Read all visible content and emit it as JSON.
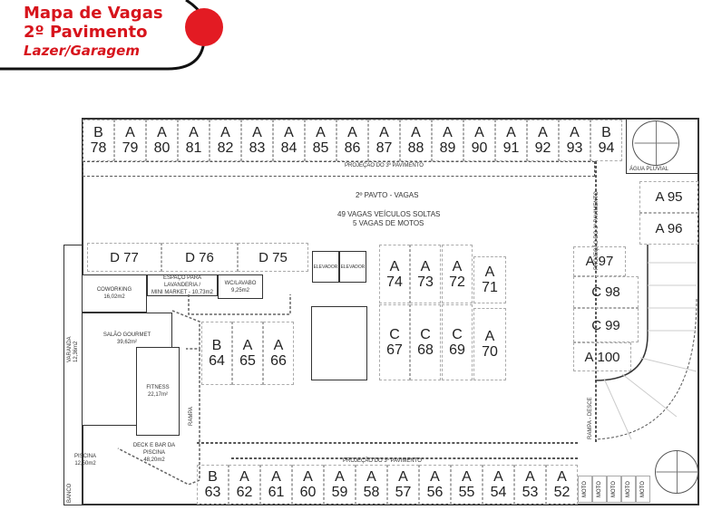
{
  "header": {
    "title1": "Mapa de Vagas",
    "title2": "2º Pavimento",
    "subtitle": "Lazer/Garagem",
    "accent": "#d7141c"
  },
  "plan": {
    "center_title": "2º PAVTO - VAGAS",
    "center_line1": "49 VAGAS VEÍCULOS SOLTAS",
    "center_line2": "5 VAGAS DE MOTOS",
    "projection": "PROJEÇÃO DO 3º PAVIMENTO",
    "agua_pluvial": "ÁGUA PLUVIAL",
    "rampa_desce": "RAMPA - DESCE",
    "rampa": "RAMPA",
    "elevator": "ELEVADOR",
    "top_row": [
      [
        "B",
        "78"
      ],
      [
        "A",
        "79"
      ],
      [
        "A",
        "80"
      ],
      [
        "A",
        "81"
      ],
      [
        "A",
        "82"
      ],
      [
        "A",
        "83"
      ],
      [
        "A",
        "84"
      ],
      [
        "A",
        "85"
      ],
      [
        "A",
        "86"
      ],
      [
        "A",
        "87"
      ],
      [
        "A",
        "88"
      ],
      [
        "A",
        "89"
      ],
      [
        "A",
        "90"
      ],
      [
        "A",
        "91"
      ],
      [
        "A",
        "92"
      ],
      [
        "A",
        "93"
      ],
      [
        "B",
        "94"
      ]
    ],
    "bottom_row": [
      [
        "B",
        "63"
      ],
      [
        "A",
        "62"
      ],
      [
        "A",
        "61"
      ],
      [
        "A",
        "60"
      ],
      [
        "A",
        "59"
      ],
      [
        "A",
        "58"
      ],
      [
        "A",
        "57"
      ],
      [
        "A",
        "56"
      ],
      [
        "A",
        "55"
      ],
      [
        "A",
        "54"
      ],
      [
        "A",
        "53"
      ],
      [
        "A",
        "52"
      ]
    ],
    "motos": [
      "MOTO",
      "MOTO",
      "MOTO",
      "MOTO",
      "MOTO"
    ],
    "d_spots": [
      "D 77",
      "D 76",
      "D 75"
    ],
    "mid_top": [
      [
        "A",
        "74"
      ],
      [
        "A",
        "73"
      ],
      [
        "A",
        "72"
      ],
      [
        "A",
        "71"
      ]
    ],
    "mid_bottom": [
      [
        "C",
        "67"
      ],
      [
        "C",
        "68"
      ],
      [
        "C",
        "69"
      ],
      [
        "A",
        "70"
      ]
    ],
    "left_mid": [
      [
        "B",
        "64"
      ],
      [
        "A",
        "65"
      ],
      [
        "A",
        "66"
      ]
    ],
    "right_side": {
      "a95": "A 95",
      "a96": "A 96",
      "s97": [
        "A",
        "97"
      ],
      "s98": [
        "C",
        "98"
      ],
      "s99": [
        "C",
        "99"
      ],
      "s100": [
        "A",
        "100"
      ]
    },
    "rooms": {
      "coworking": [
        "COWORKING",
        "16,02m2"
      ],
      "lavanderia": [
        "ESPAÇO PARA",
        "LAVANDERIA /",
        "MINI MARKET - 10,73m2"
      ],
      "wc": [
        "WC/LAVABO",
        "9,25m2"
      ],
      "gourmet": [
        "SALÃO GOURMET",
        "39,62m²"
      ],
      "fitness": [
        "FITNESS",
        "22,17m²"
      ],
      "varanda": [
        "VARANDA",
        "12,36m2"
      ],
      "deck": [
        "DECK E BAR DA",
        "PISCINA",
        "48,20m2"
      ],
      "piscina": [
        "PISCINA",
        "12,50m2"
      ],
      "banco": "BANCO"
    }
  }
}
